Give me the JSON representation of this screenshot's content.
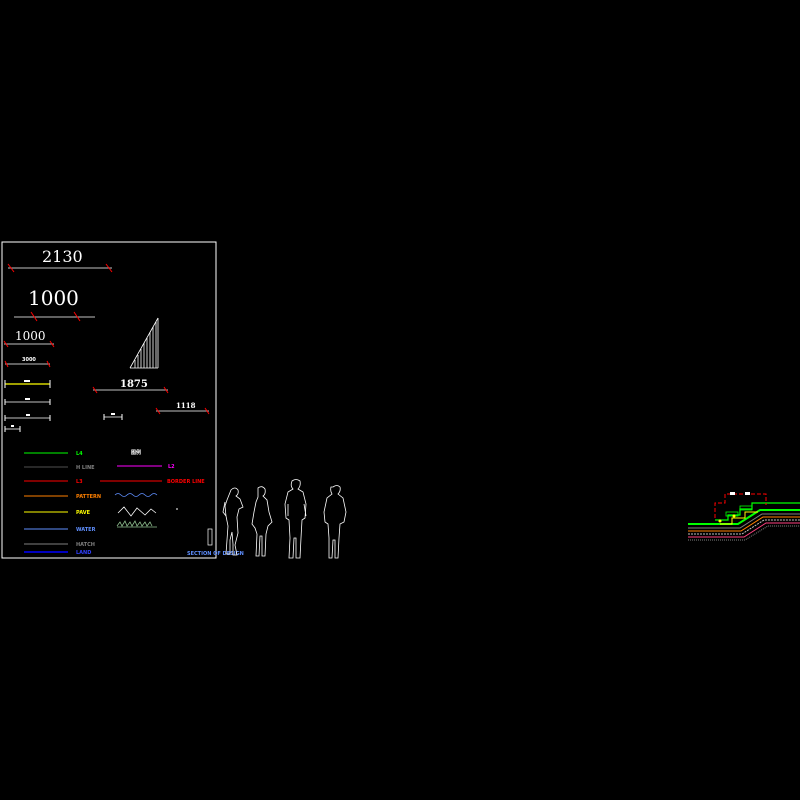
{
  "dimensions": {
    "d1": "2130",
    "d2": "1000",
    "d3": "1000",
    "d4": "3000",
    "d5": "1875",
    "d6": "1118"
  },
  "legend": {
    "items_left": [
      {
        "label": "L4",
        "color": "#00ff00"
      },
      {
        "label": "H LINE",
        "color": "#808080"
      },
      {
        "label": "L3",
        "color": "#ff0000"
      },
      {
        "label": "PATTERN",
        "color": "#ff8000"
      },
      {
        "label": "PAVE",
        "color": "#ffff00"
      },
      {
        "label": "WATER",
        "color": "#5f8fff"
      },
      {
        "label": "HATCH",
        "color": "#808080"
      },
      {
        "label": "LAND",
        "color": "#0000ff"
      }
    ],
    "items_right": [
      {
        "label": "L2",
        "color": "#ff00ff"
      },
      {
        "label": "BORDER LINE",
        "color": "#ff0000"
      }
    ],
    "title": "图例"
  },
  "footer_note": "SECTION OF DESIGN",
  "colors": {
    "background": "#000000",
    "frame": "#ffffff",
    "dim_tick": "#ff0000",
    "green": "#00ff00",
    "red": "#ff0000"
  },
  "icons": [
    "person-silhouette-icon",
    "section-detail-icon"
  ]
}
